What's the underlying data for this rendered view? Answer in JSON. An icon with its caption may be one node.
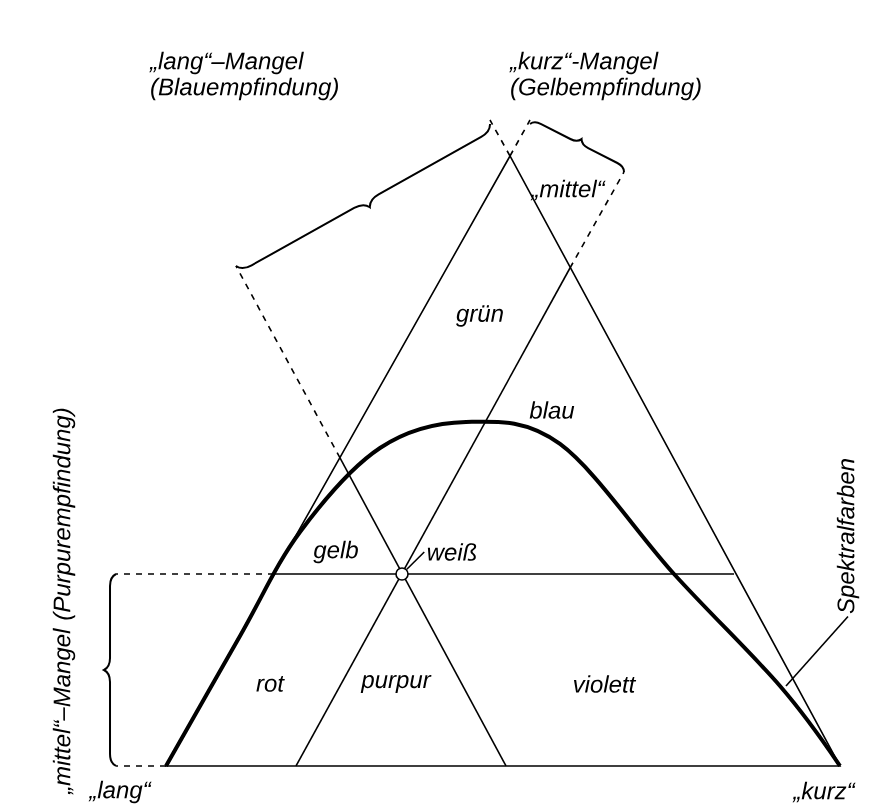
{
  "diagram": {
    "nodes": [
      {
        "text": [
          "weiß"
        ]
      },
      {
        "text": [],
        "shape": "circle"
      },
      {
        "text": [
          "Spektralfarben"
        ]
      }
    ],
    "edges": [
      {
        "from": 0,
        "to": 1,
        "arrow": "none"
      },
      {
        "from": 2,
        "to": null,
        "arrow": "none"
      }
    ],
    "labels": [
      "„lang“–Mangel (Blauempfindung)",
      "„kurz“-Mangel (Gelbempfindung)",
      "„mittel“",
      "grün",
      "blau",
      "„mittel“–Mangel (Purpurempfindung)",
      "gelb",
      "rot",
      "purpur",
      "violett",
      "„lang“",
      "„kurz“"
    ]
  }
}
